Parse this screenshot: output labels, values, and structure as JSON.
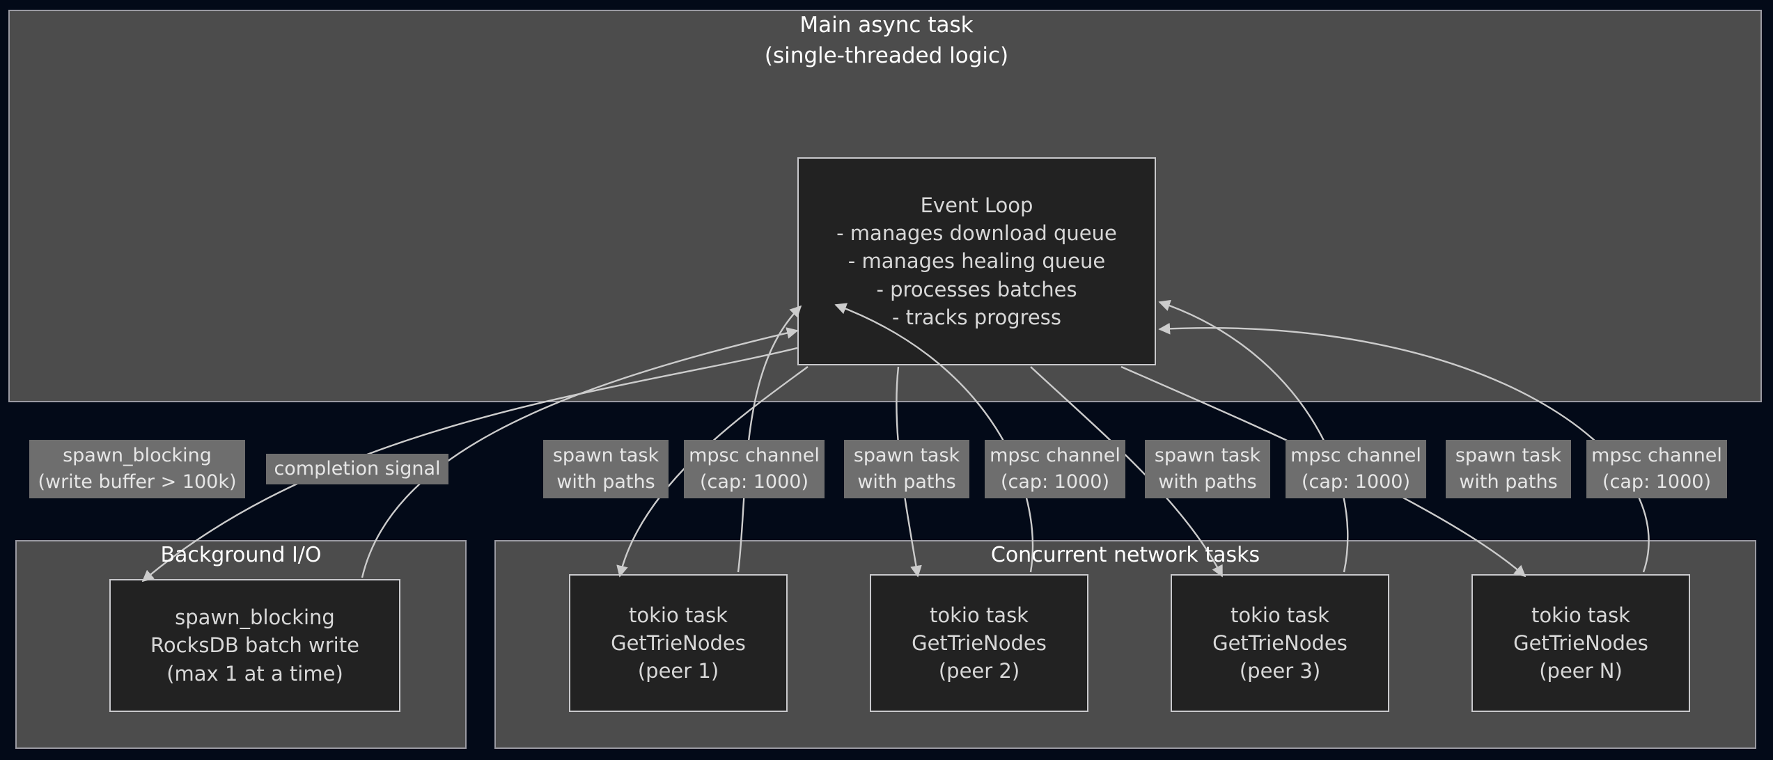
{
  "diagram": {
    "title_lines": [
      "Main async task",
      "(single-threaded logic)"
    ],
    "background_color": "#030a18",
    "cluster_fill": "#4c4c4c",
    "cluster_stroke": "#9a9aa2",
    "node_fill": "#222222",
    "node_stroke": "#c9c9cc",
    "edge_color": "#cccccc",
    "edge_label_fill": "#6e6e6e",
    "text_color": "#d8d8d8"
  },
  "clusters": {
    "main": {
      "label_lines": [
        "Main async task",
        "(single-threaded logic)"
      ]
    },
    "background_io": {
      "label": "Background I/O"
    },
    "network": {
      "label": "Concurrent network tasks"
    }
  },
  "nodes": {
    "event_loop": {
      "lines": [
        "Event Loop",
        "- manages download queue",
        "- manages healing queue",
        "- processes batches",
        "- tracks progress"
      ]
    },
    "rocksdb_writer": {
      "lines": [
        "spawn_blocking",
        "RocksDB batch write",
        "(max 1 at a time)"
      ]
    },
    "peer1": {
      "lines": [
        "tokio task",
        "GetTrieNodes",
        "(peer 1)"
      ]
    },
    "peer2": {
      "lines": [
        "tokio task",
        "GetTrieNodes",
        "(peer 2)"
      ]
    },
    "peer3": {
      "lines": [
        "tokio task",
        "GetTrieNodes",
        "(peer 3)"
      ]
    },
    "peerN": {
      "lines": [
        "tokio task",
        "GetTrieNodes",
        "(peer N)"
      ]
    }
  },
  "edge_labels": {
    "spawn_blocking": {
      "lines": [
        "spawn_blocking",
        "(write buffer > 100k)"
      ]
    },
    "completion_signal": {
      "lines": [
        "completion signal"
      ]
    },
    "spawn_task_1": {
      "lines": [
        "spawn task",
        "with paths"
      ]
    },
    "mpsc_channel_1": {
      "lines": [
        "mpsc channel",
        "(cap: 1000)"
      ]
    },
    "spawn_task_2": {
      "lines": [
        "spawn task",
        "with paths"
      ]
    },
    "mpsc_channel_2": {
      "lines": [
        "mpsc channel",
        "(cap: 1000)"
      ]
    },
    "spawn_task_3": {
      "lines": [
        "spawn task",
        "with paths"
      ]
    },
    "mpsc_channel_3": {
      "lines": [
        "mpsc channel",
        "(cap: 1000)"
      ]
    },
    "spawn_task_n": {
      "lines": [
        "spawn task",
        "with paths"
      ]
    },
    "mpsc_channel_n": {
      "lines": [
        "mpsc channel",
        "(cap: 1000)"
      ]
    }
  }
}
